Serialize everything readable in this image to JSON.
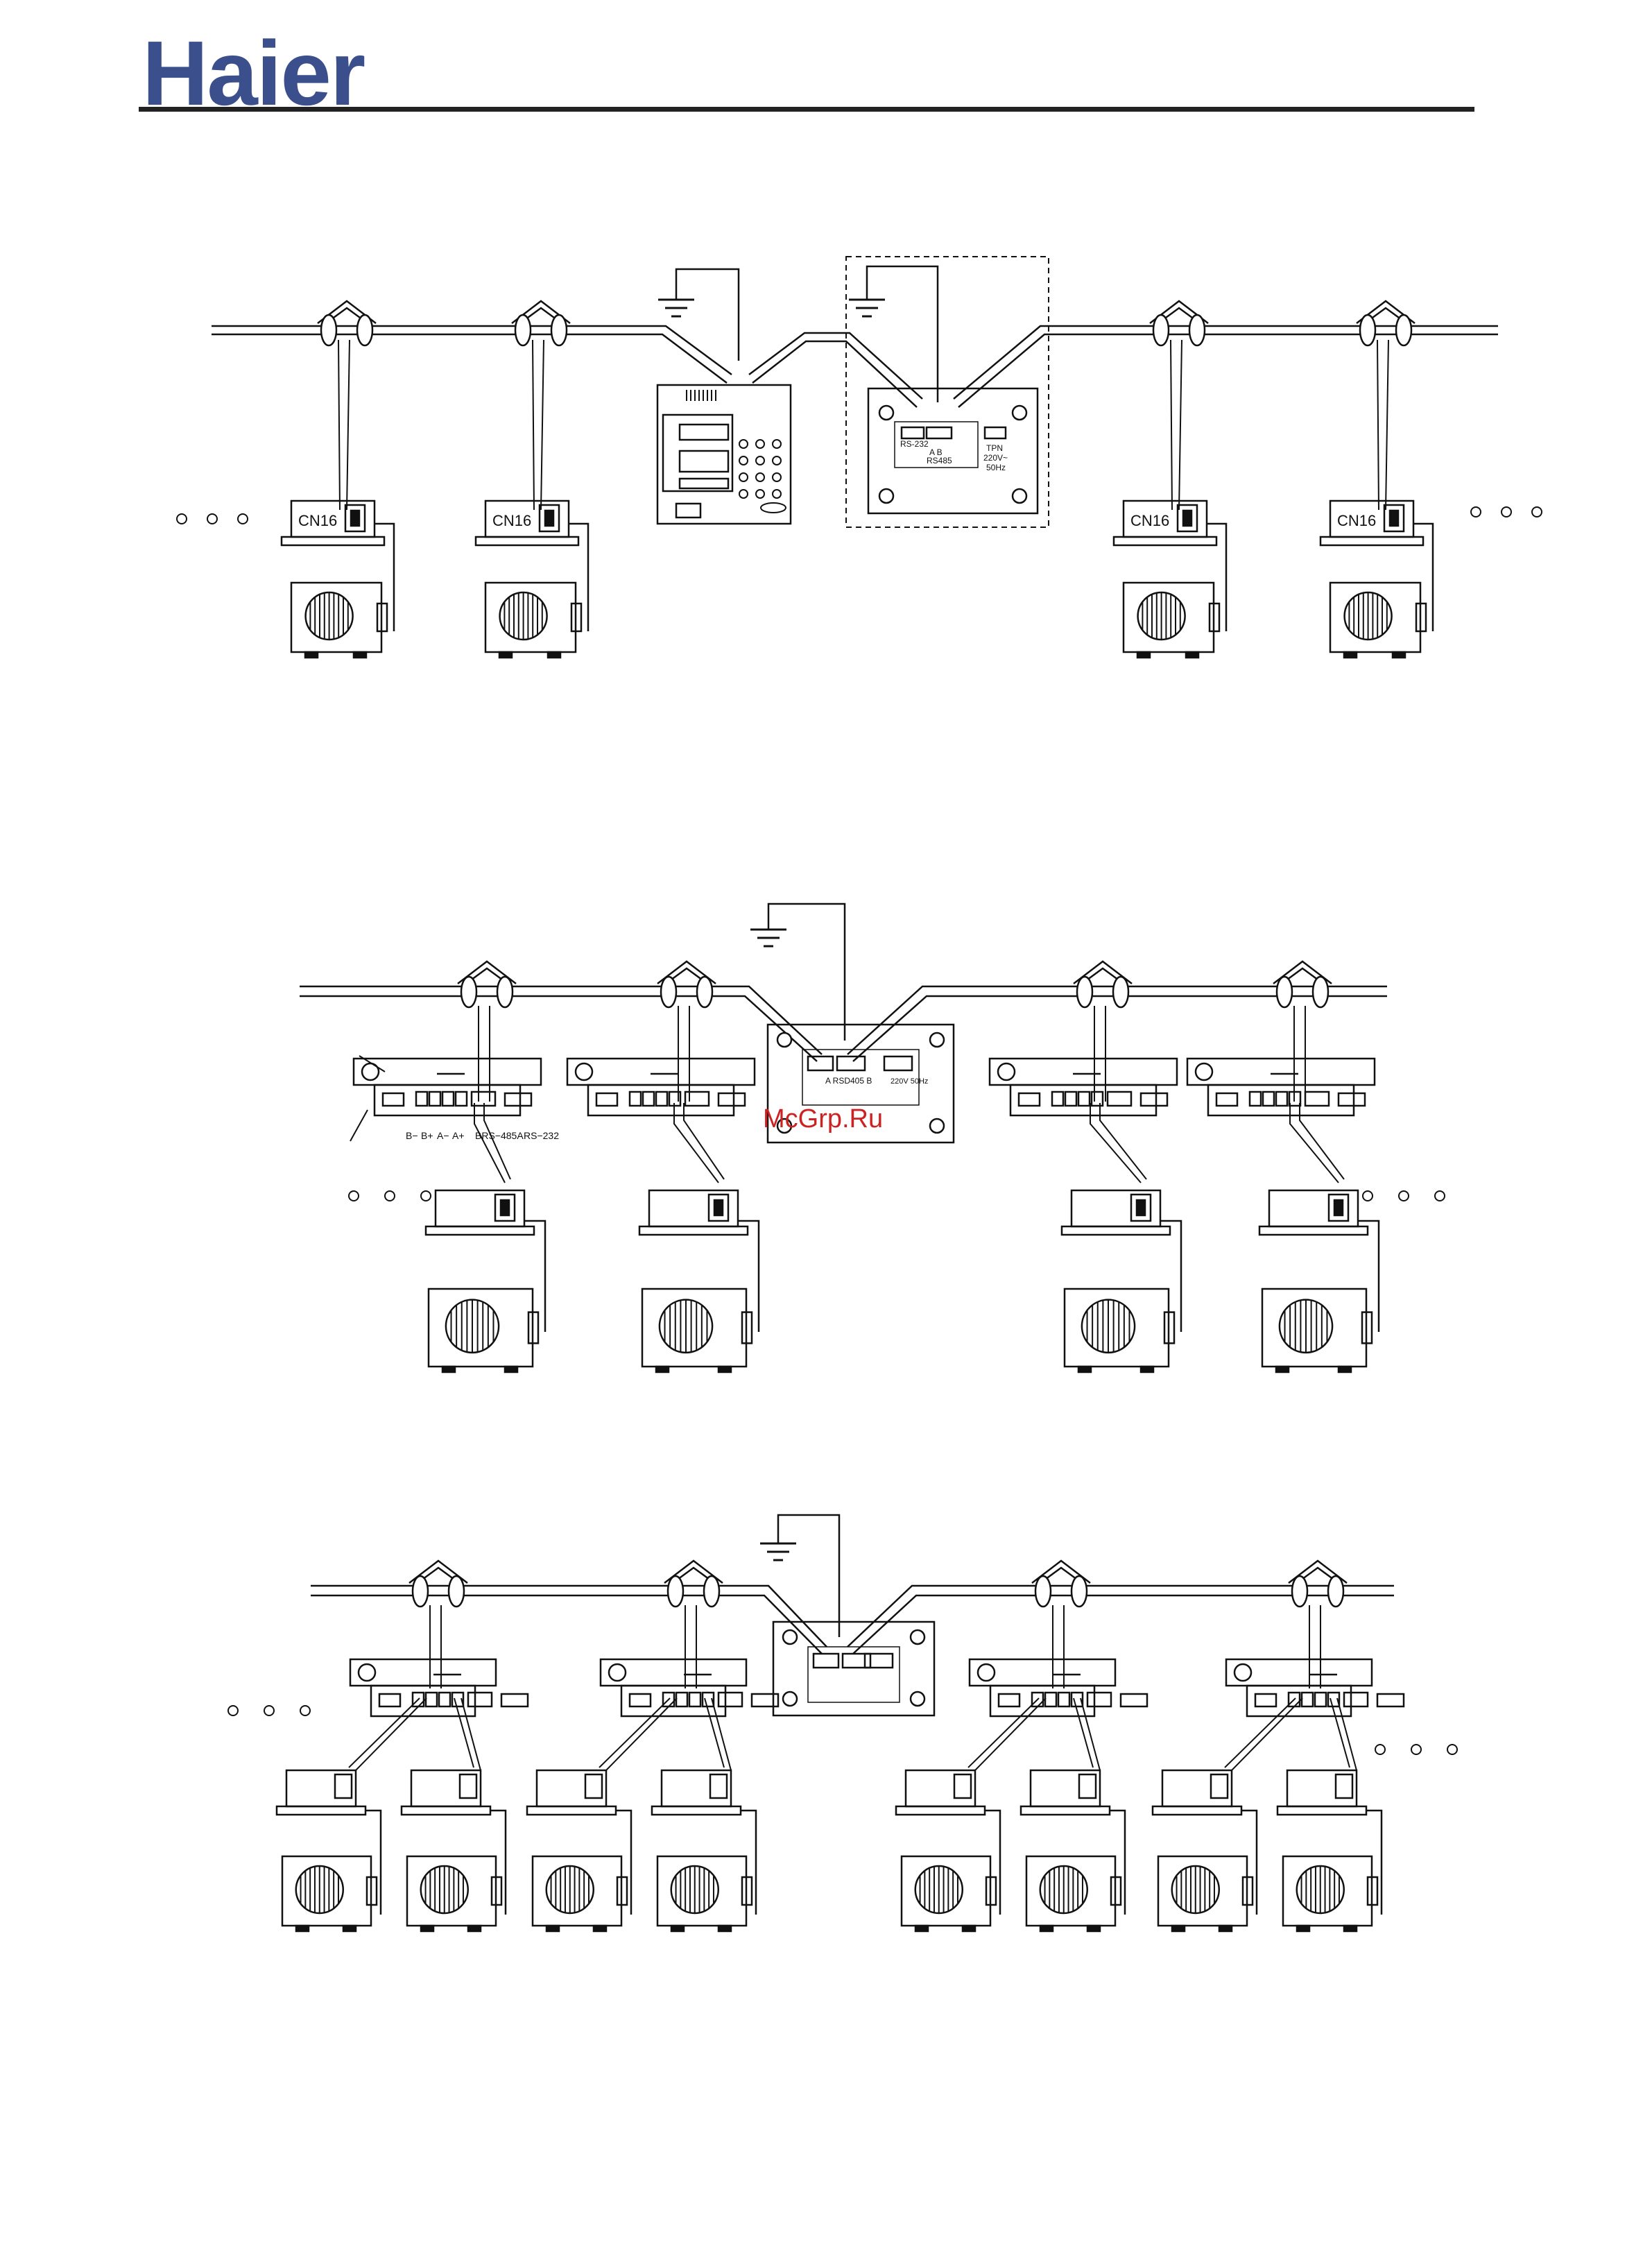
{
  "header": {
    "logo_text": "Haier"
  },
  "labels": {
    "cn16": "CN16",
    "rs232": "RS-232",
    "ab": "A   B",
    "rs485": "RS485",
    "tpn": "TPN",
    "voltage": "220V~",
    "freq": "50Hz",
    "module_ab": "A RSD405 B",
    "module_voltage": "220V 50Hz",
    "term_bm": "B−",
    "term_bp": "B+",
    "term_am": "A−",
    "term_ap": "A+",
    "term_brs485a": "BRS−485A",
    "term_rs232": "RS−232",
    "ellipsis": "○ ○ ○"
  },
  "watermark": "McGrp.Ru",
  "colors": {
    "logo": "#3b4f8c",
    "watermark": "#cc2222",
    "ink": "#111111"
  }
}
